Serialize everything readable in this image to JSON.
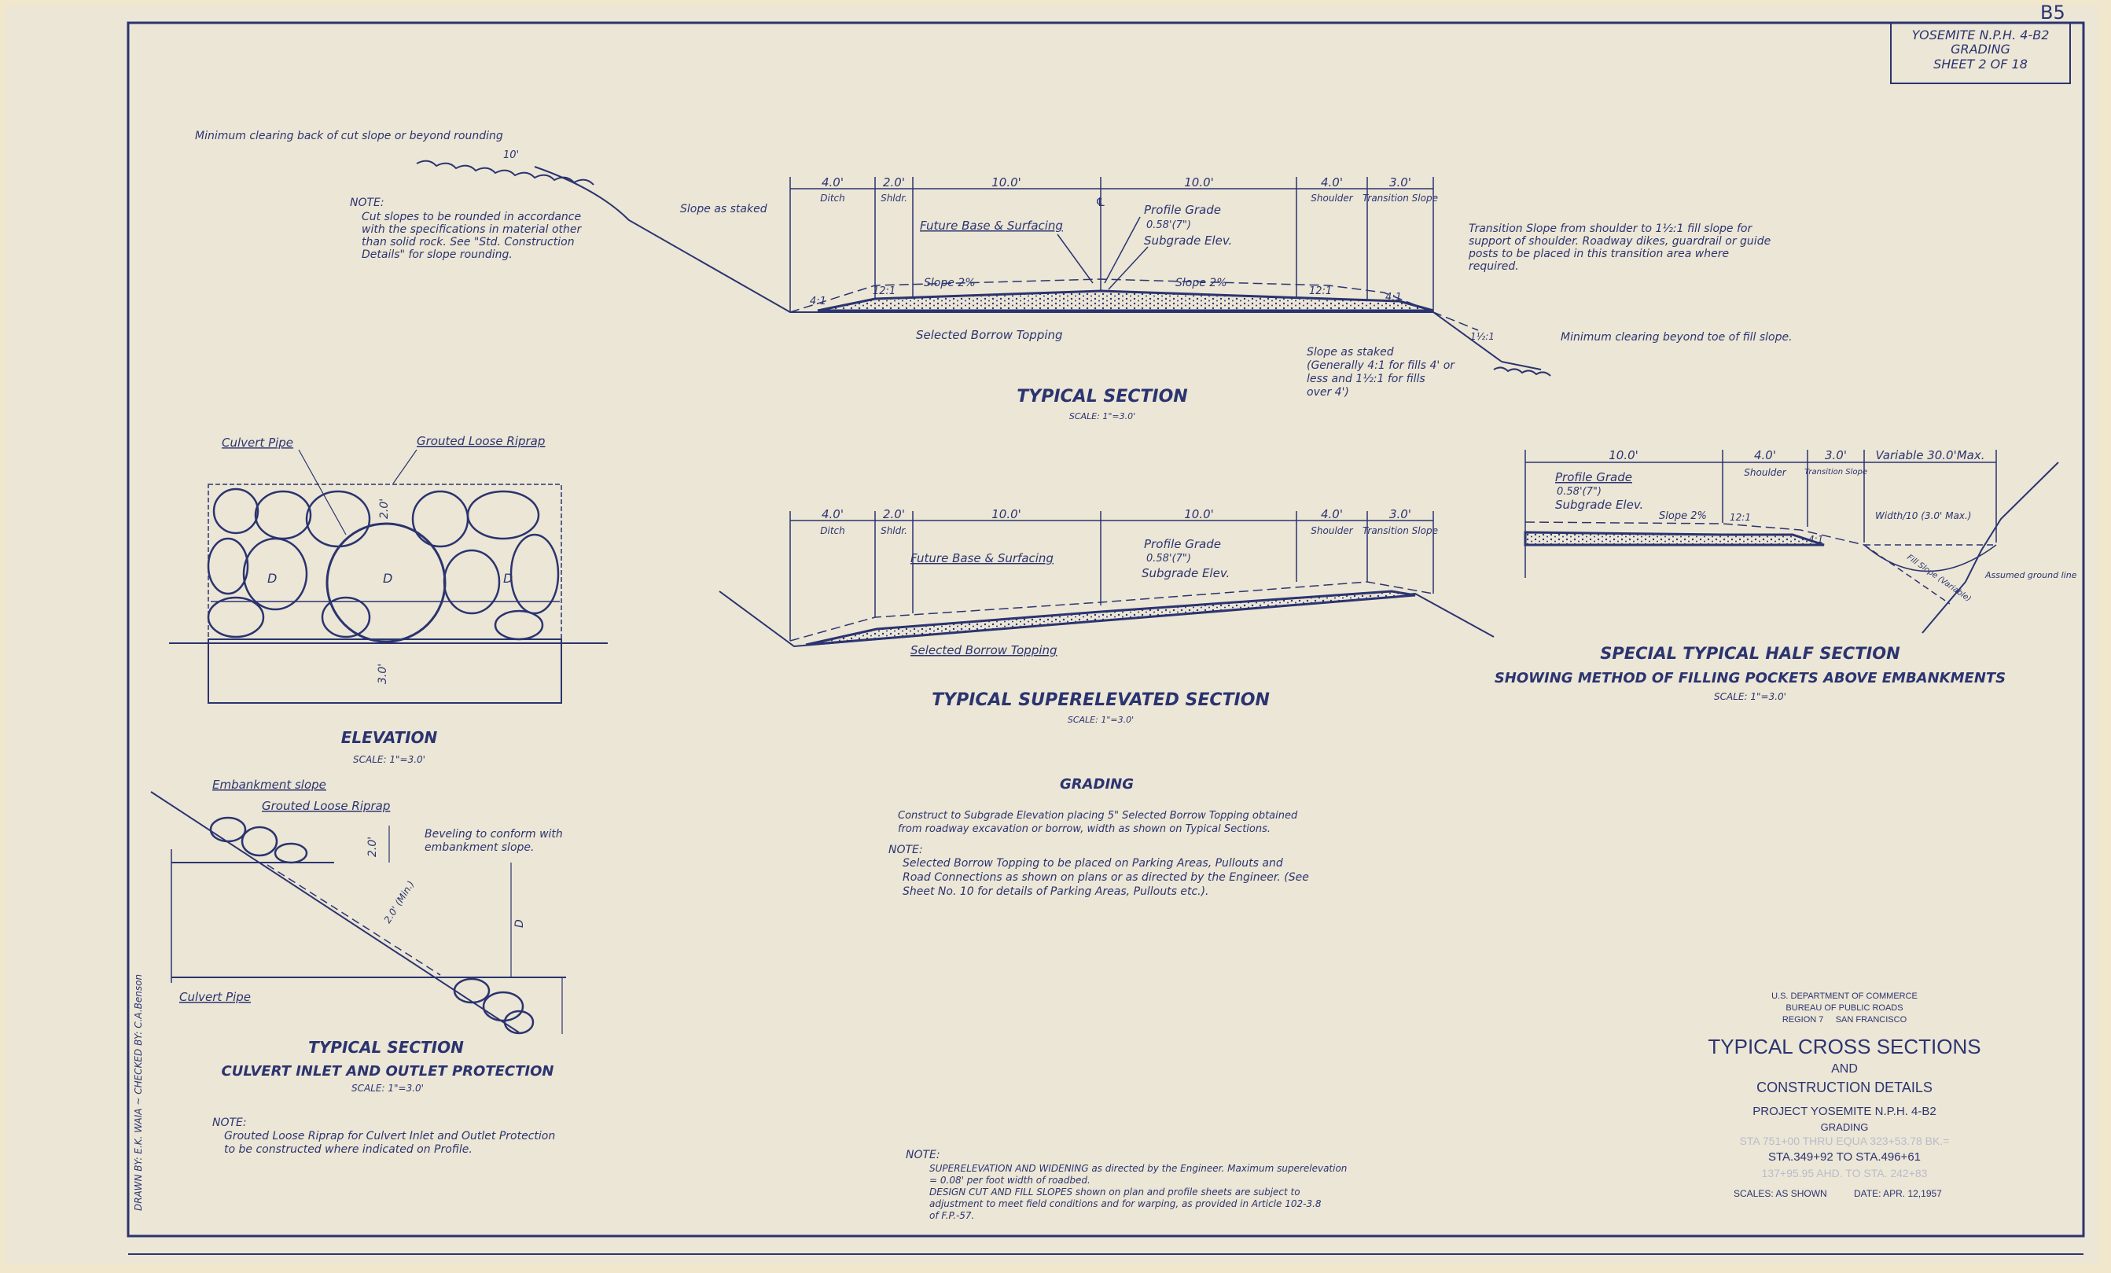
{
  "sheet": {
    "box_line1": "YOSEMITE  N.P.H.  4-B2",
    "box_line2": "GRADING",
    "box_line3": "SHEET  2  OF  18",
    "handwritten_mark": "B5",
    "drawn_by": "DRAWN BY: E.K. WAIA ~ CHECKED BY: C.A.Benson"
  },
  "typical_section": {
    "title": "TYPICAL SECTION",
    "scale": "SCALE: 1\"=3.0'",
    "dims": [
      {
        "value": "4.0'",
        "label": "Ditch"
      },
      {
        "value": "2.0'",
        "label": "Shldr."
      },
      {
        "value": "10.0'",
        "label": ""
      },
      {
        "value": "10.0'",
        "label": ""
      },
      {
        "value": "4.0'",
        "label": "Shoulder"
      },
      {
        "value": "3.0'",
        "label": "Transition Slope"
      }
    ],
    "centerline": "℄",
    "min_clearing_top": "Minimum clearing back of cut slope or beyond rounding",
    "ten_ft": "10'",
    "note_head": "NOTE:",
    "note_lines": [
      "Cut slopes to be rounded in accordance",
      "with the specifications in material other",
      "than solid rock. See \"Std. Construction",
      "Details\" for slope rounding."
    ],
    "slope_as_staked": "Slope as staked",
    "future_base": "Future Base & Surfacing",
    "profile_grade": "Profile Grade",
    "depth": "0.58'(7\")",
    "subgrade": "Subgrade Elev.",
    "slope_left": "Slope 2%",
    "slope_right": "Slope 2%",
    "ratio_4": "4:1",
    "ratio_12": "12:1",
    "ratio_15": "1½:1",
    "selected_borrow": "Selected Borrow Topping",
    "transition_note": [
      "Transition Slope from shoulder to 1½:1 fill slope for",
      "support of shoulder. Roadway dikes, guardrail or guide",
      "posts to be placed in this transition area where",
      "required."
    ],
    "min_clearing_toe": "Minimum clearing beyond toe of fill slope.",
    "staked_note": [
      "Slope as staked",
      "(Generally 4:1 for fills 4' or",
      "less and 1½:1 for fills",
      "over 4')"
    ]
  },
  "superelevated_section": {
    "title": "TYPICAL SUPERELEVATED SECTION",
    "scale": "SCALE: 1\"=3.0'",
    "future_base": "Future Base & Surfacing",
    "profile_grade": "Profile Grade",
    "depth": "0.58'(7\")",
    "subgrade": "Subgrade Elev.",
    "selected_borrow": "Selected Borrow Topping"
  },
  "half_section": {
    "title": "SPECIAL TYPICAL HALF SECTION",
    "subtitle": "SHOWING METHOD OF FILLING POCKETS ABOVE EMBANKMENTS",
    "scale": "SCALE: 1\"=3.0'",
    "dims": [
      {
        "value": "10.0'",
        "label": ""
      },
      {
        "value": "4.0'",
        "label": "Shoulder"
      },
      {
        "value": "3.0'",
        "label": "Transition Slope"
      },
      {
        "value": "Variable 30.0'Max.",
        "label": ""
      }
    ],
    "profile_grade": "Profile Grade",
    "depth": "0.58'(7\")",
    "subgrade": "Subgrade Elev.",
    "slope": "Slope 2%",
    "ratio_12": "12:1",
    "ratio_4": "4:1",
    "width_note": "Width/10 (3.0' Max.)",
    "fill_slope": "Fill Slope (Variable)",
    "ground_line": "Assumed ground line"
  },
  "elevation": {
    "title": "ELEVATION",
    "scale": "SCALE: 1\"=3.0'",
    "culvert_pipe": "Culvert Pipe",
    "riprap": "Grouted Loose Riprap",
    "d": "D",
    "two_ft": "2.0'",
    "three_ft": "3.0'"
  },
  "culvert_section": {
    "title": "TYPICAL SECTION",
    "subtitle": "CULVERT INLET AND OUTLET PROTECTION",
    "scale": "SCALE: 1\"=3.0'",
    "embankment": "Embankment slope",
    "riprap": "Grouted Loose Riprap",
    "beveling": [
      "Beveling to conform with",
      "embankment slope."
    ],
    "culvert_pipe": "Culvert Pipe",
    "two_ft": "2.0'",
    "two_min": "2.0' (Min.)",
    "d": "D",
    "note_head": "NOTE:",
    "note_lines": [
      "Grouted Loose Riprap for Culvert Inlet and Outlet Protection",
      "to be constructed where indicated on Profile."
    ]
  },
  "grading": {
    "title": "GRADING",
    "text_lines": [
      "Construct to Subgrade Elevation placing 5\" Selected Borrow Topping obtained",
      "from roadway excavation or borrow, width as shown on Typical Sections."
    ],
    "note_head": "NOTE:",
    "note_lines": [
      "Selected Borrow Topping to be placed on Parking Areas, Pullouts and",
      "Road Connections as shown on plans or as directed by the Engineer. (See",
      "Sheet No. 10 for details of Parking Areas, Pullouts etc.)."
    ]
  },
  "bottom_note": {
    "head": "NOTE:",
    "lines": [
      "SUPERELEVATION AND WIDENING as directed by the Engineer. Maximum superelevation",
      "= 0.08' per foot width of roadbed.",
      "DESIGN CUT AND FILL SLOPES shown on plan and profile sheets are subject to",
      "adjustment to meet field conditions and for warping, as provided in Article 102-3.8",
      "of F.P.-57."
    ]
  },
  "title_block": {
    "agency1": "U.S. DEPARTMENT OF COMMERCE",
    "agency2": "BUREAU OF PUBLIC ROADS",
    "agency3": "REGION 7     SAN FRANCISCO",
    "title": "TYPICAL CROSS SECTIONS",
    "and": "AND",
    "subtitle": "CONSTRUCTION DETAILS",
    "project": "PROJECT  YOSEMITE  N.P.H.  4-B2",
    "grading": "GRADING",
    "erased1": "STA 751+00 THRU EQUA 323+53.78 BK.=",
    "stations": "STA.349+92 TO STA.496+61",
    "erased2": "137+95.95 AHD. TO STA. 242+83",
    "scales": "SCALES: AS SHOWN",
    "date": "DATE: APR. 12,1957"
  },
  "colors": {
    "paper": "#ece6d6",
    "ink": "#2b3470"
  }
}
